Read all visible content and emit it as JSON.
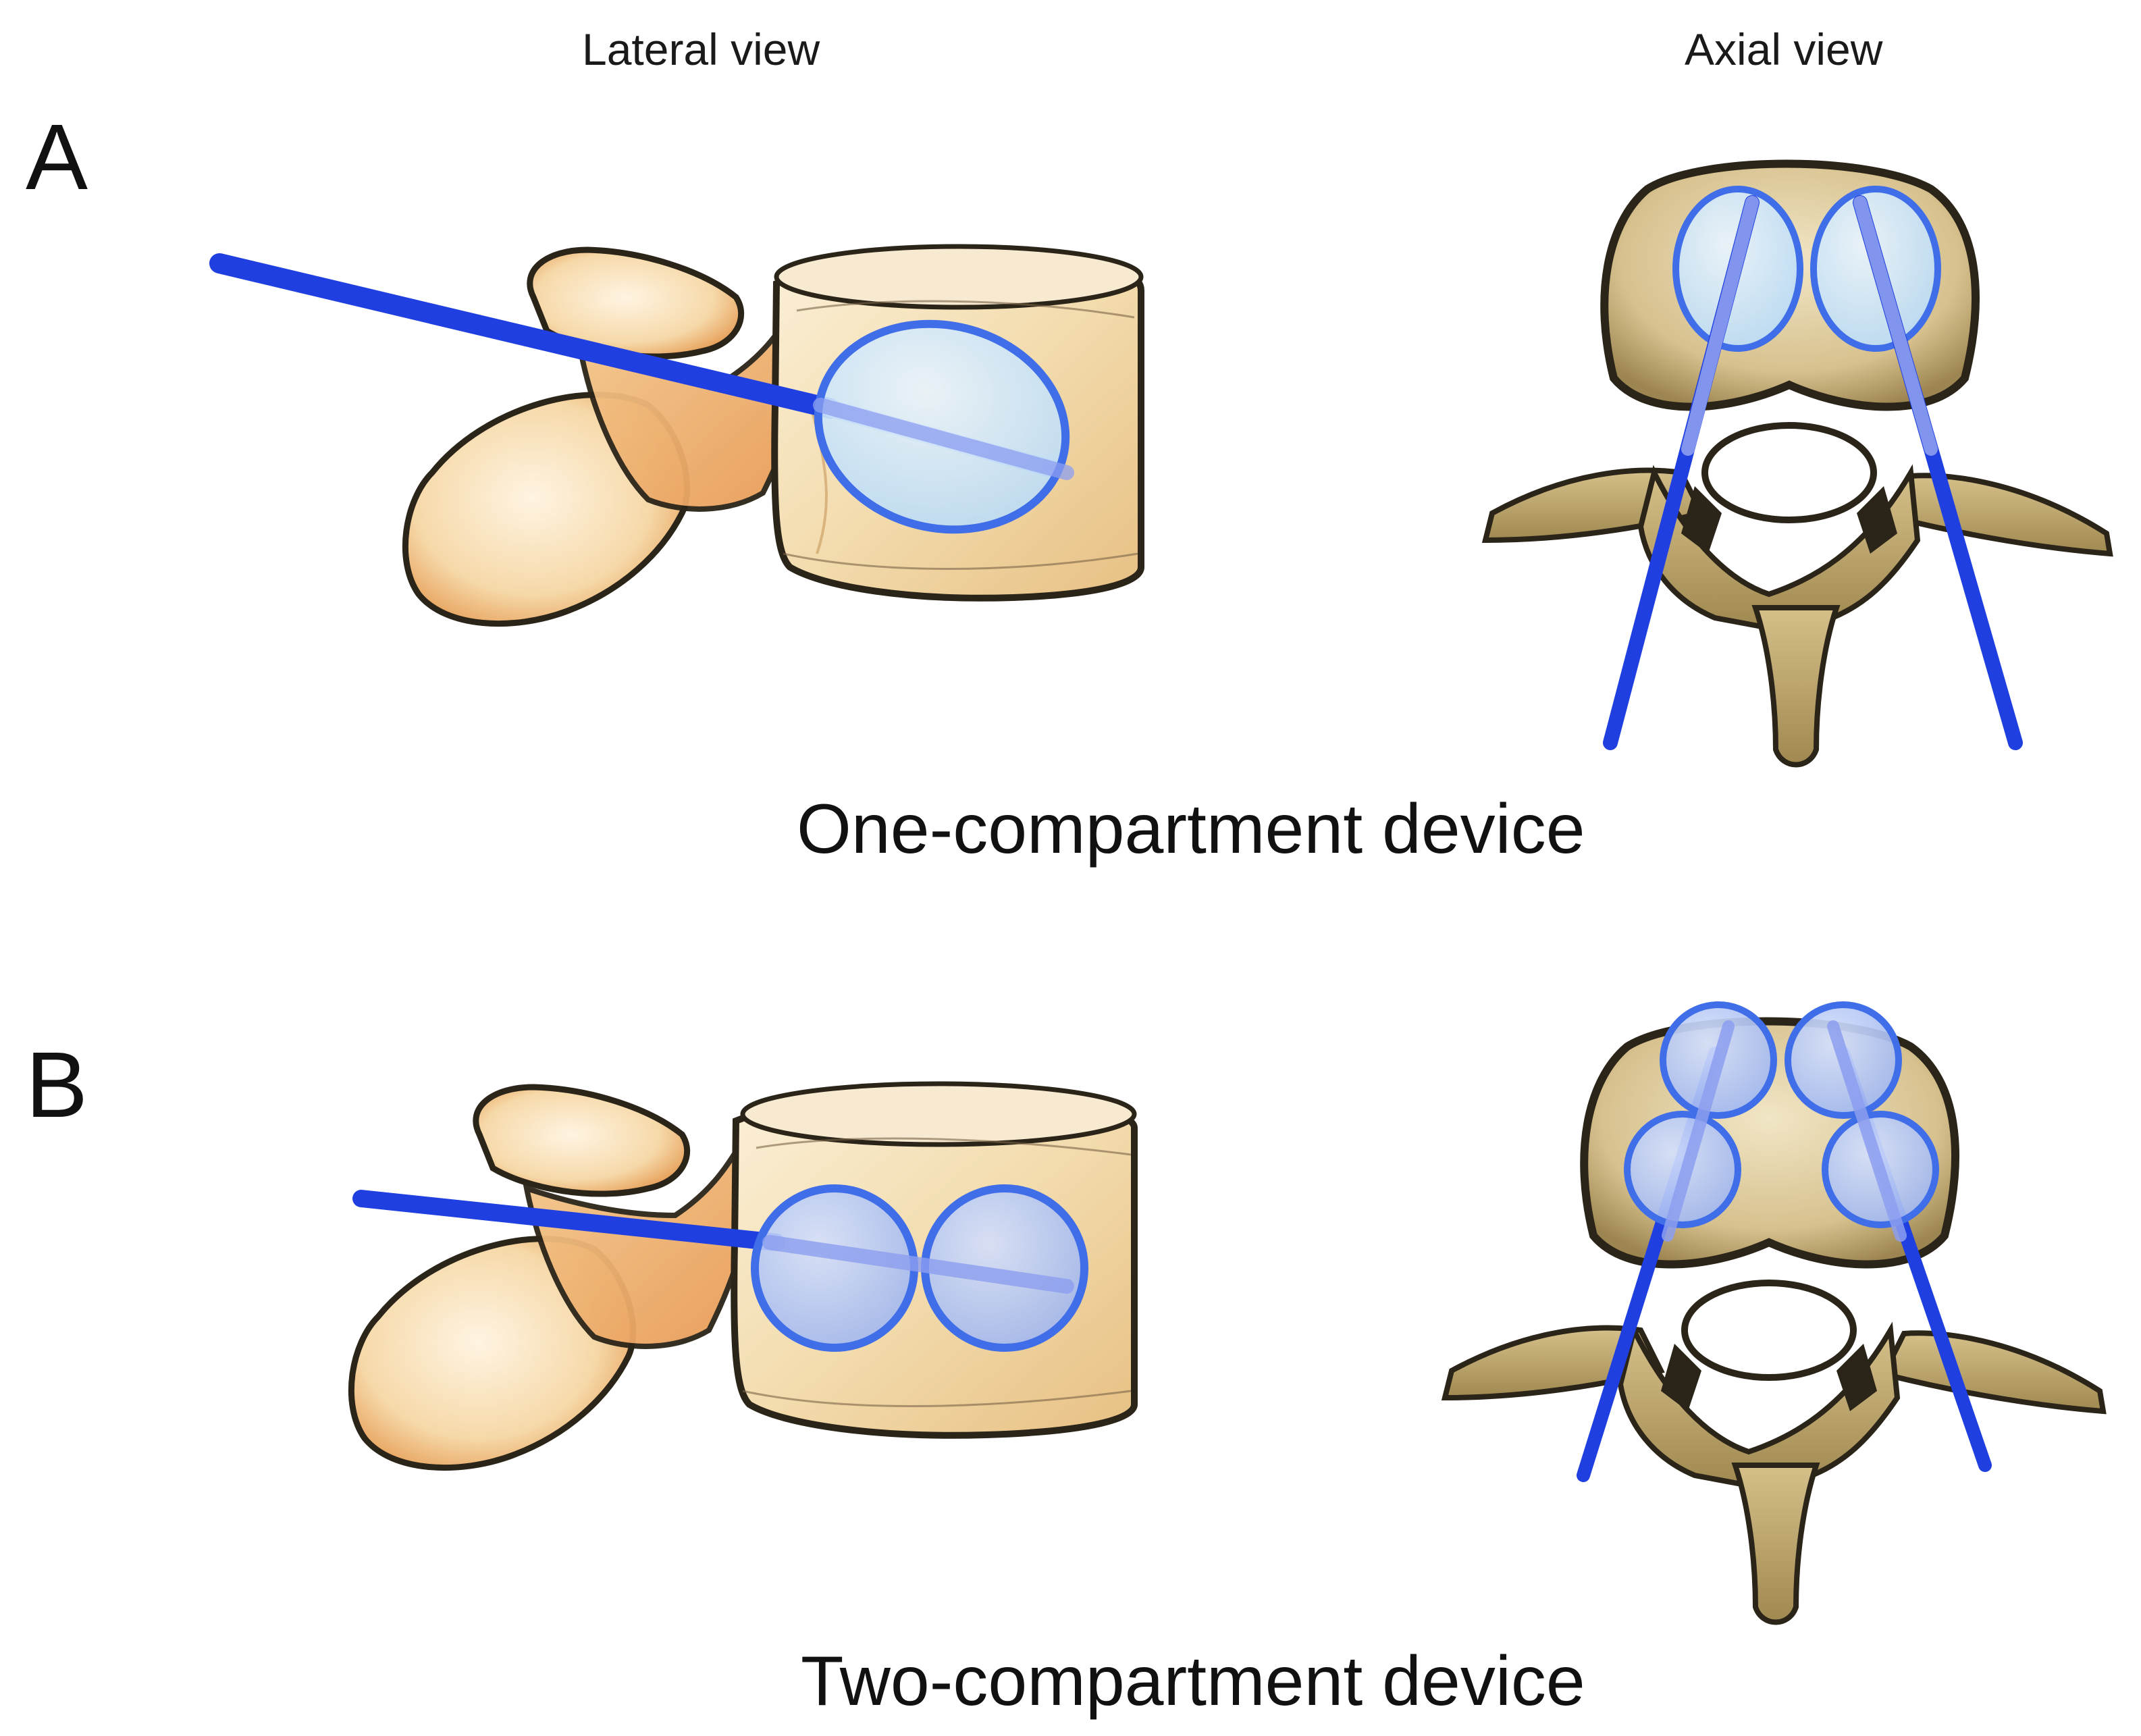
{
  "column_labels": {
    "lateral": "Lateral view",
    "axial": "Axial view"
  },
  "panels": [
    {
      "letter": "A",
      "caption": "One-compartment device",
      "compartments": 1
    },
    {
      "letter": "B",
      "caption": "Two-compartment device",
      "compartments": 2
    }
  ],
  "colors": {
    "bone_light": "#f7e6c4",
    "bone_mid": "#e9c48a",
    "bone_orange": "#e8a560",
    "bone_axial": "#d9c594",
    "bone_axial_dark": "#8d7a4a",
    "outline": "#2b2418",
    "needle": "#1f3fe0",
    "balloon_fill": "#cfe6fb",
    "balloon_fill_b": "#b7c9f4",
    "balloon_edge": "#3f6ee8"
  }
}
